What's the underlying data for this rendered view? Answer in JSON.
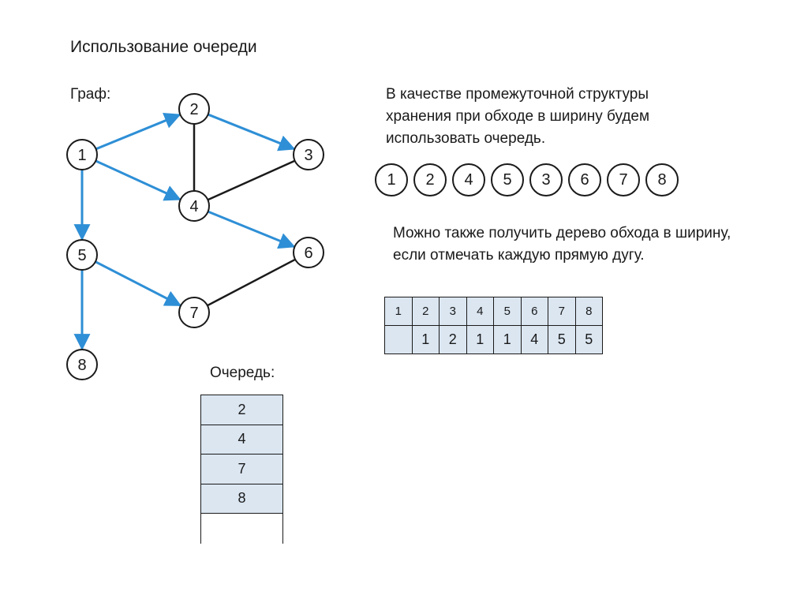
{
  "title": "Использование очереди",
  "graph_label": "Граф:",
  "queue_label": "Очередь:",
  "paragraph1": [
    "В качестве промежуточной структуры",
    "хранения при обходе в ширину будем",
    "использовать очередь."
  ],
  "paragraph2": [
    "Можно также получить дерево обхода в ширину,",
    "если отмечать каждую прямую дугу."
  ],
  "traversal_order": [
    "1",
    "2",
    "4",
    "5",
    "3",
    "6",
    "7",
    "8"
  ],
  "parent_table": {
    "vertices": [
      "1",
      "2",
      "3",
      "4",
      "5",
      "6",
      "7",
      "8"
    ],
    "parents": [
      "",
      "1",
      "2",
      "1",
      "1",
      "4",
      "5",
      "5"
    ]
  },
  "queue": [
    "2",
    "4",
    "7",
    "8"
  ],
  "graph": {
    "nodes": [
      "1",
      "2",
      "3",
      "4",
      "5",
      "6",
      "7",
      "8"
    ],
    "tree_edges": [
      [
        "1",
        "2"
      ],
      [
        "2",
        "3"
      ],
      [
        "1",
        "4"
      ],
      [
        "4",
        "6"
      ],
      [
        "1",
        "5"
      ],
      [
        "5",
        "7"
      ],
      [
        "5",
        "8"
      ]
    ],
    "other_edges": [
      [
        "2",
        "4"
      ],
      [
        "4",
        "3"
      ],
      [
        "6",
        "7"
      ]
    ]
  },
  "colors": {
    "tree_edge": "#2e8fd6",
    "other_edge": "#1a1a1a",
    "node_fill": "#ffffff",
    "cell_fill": "#dbe6f1"
  }
}
